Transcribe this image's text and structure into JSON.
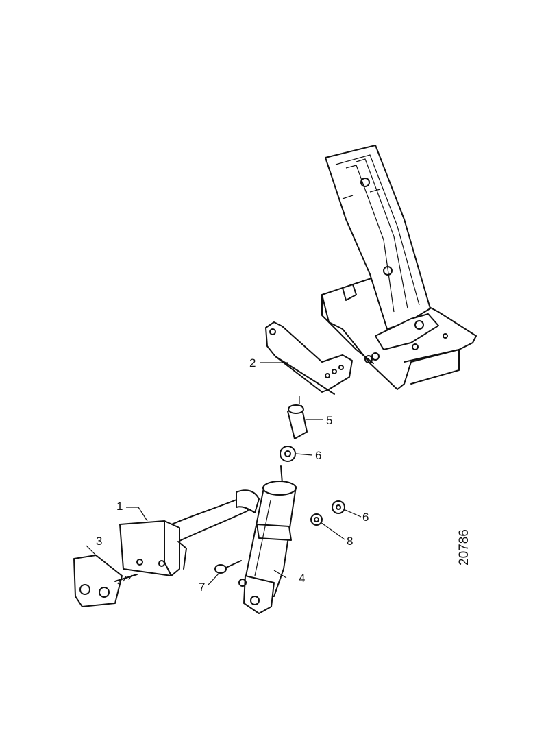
{
  "diagram": {
    "callouts": [
      {
        "id": "c1",
        "text": "1"
      },
      {
        "id": "c2",
        "text": "2"
      },
      {
        "id": "c3",
        "text": "3"
      },
      {
        "id": "c4",
        "text": "4"
      },
      {
        "id": "c5",
        "text": "5"
      },
      {
        "id": "c6a",
        "text": "6"
      },
      {
        "id": "c6b",
        "text": "6"
      },
      {
        "id": "c7",
        "text": "7"
      },
      {
        "id": "c8",
        "text": "8"
      }
    ],
    "figure_number": "20786"
  }
}
